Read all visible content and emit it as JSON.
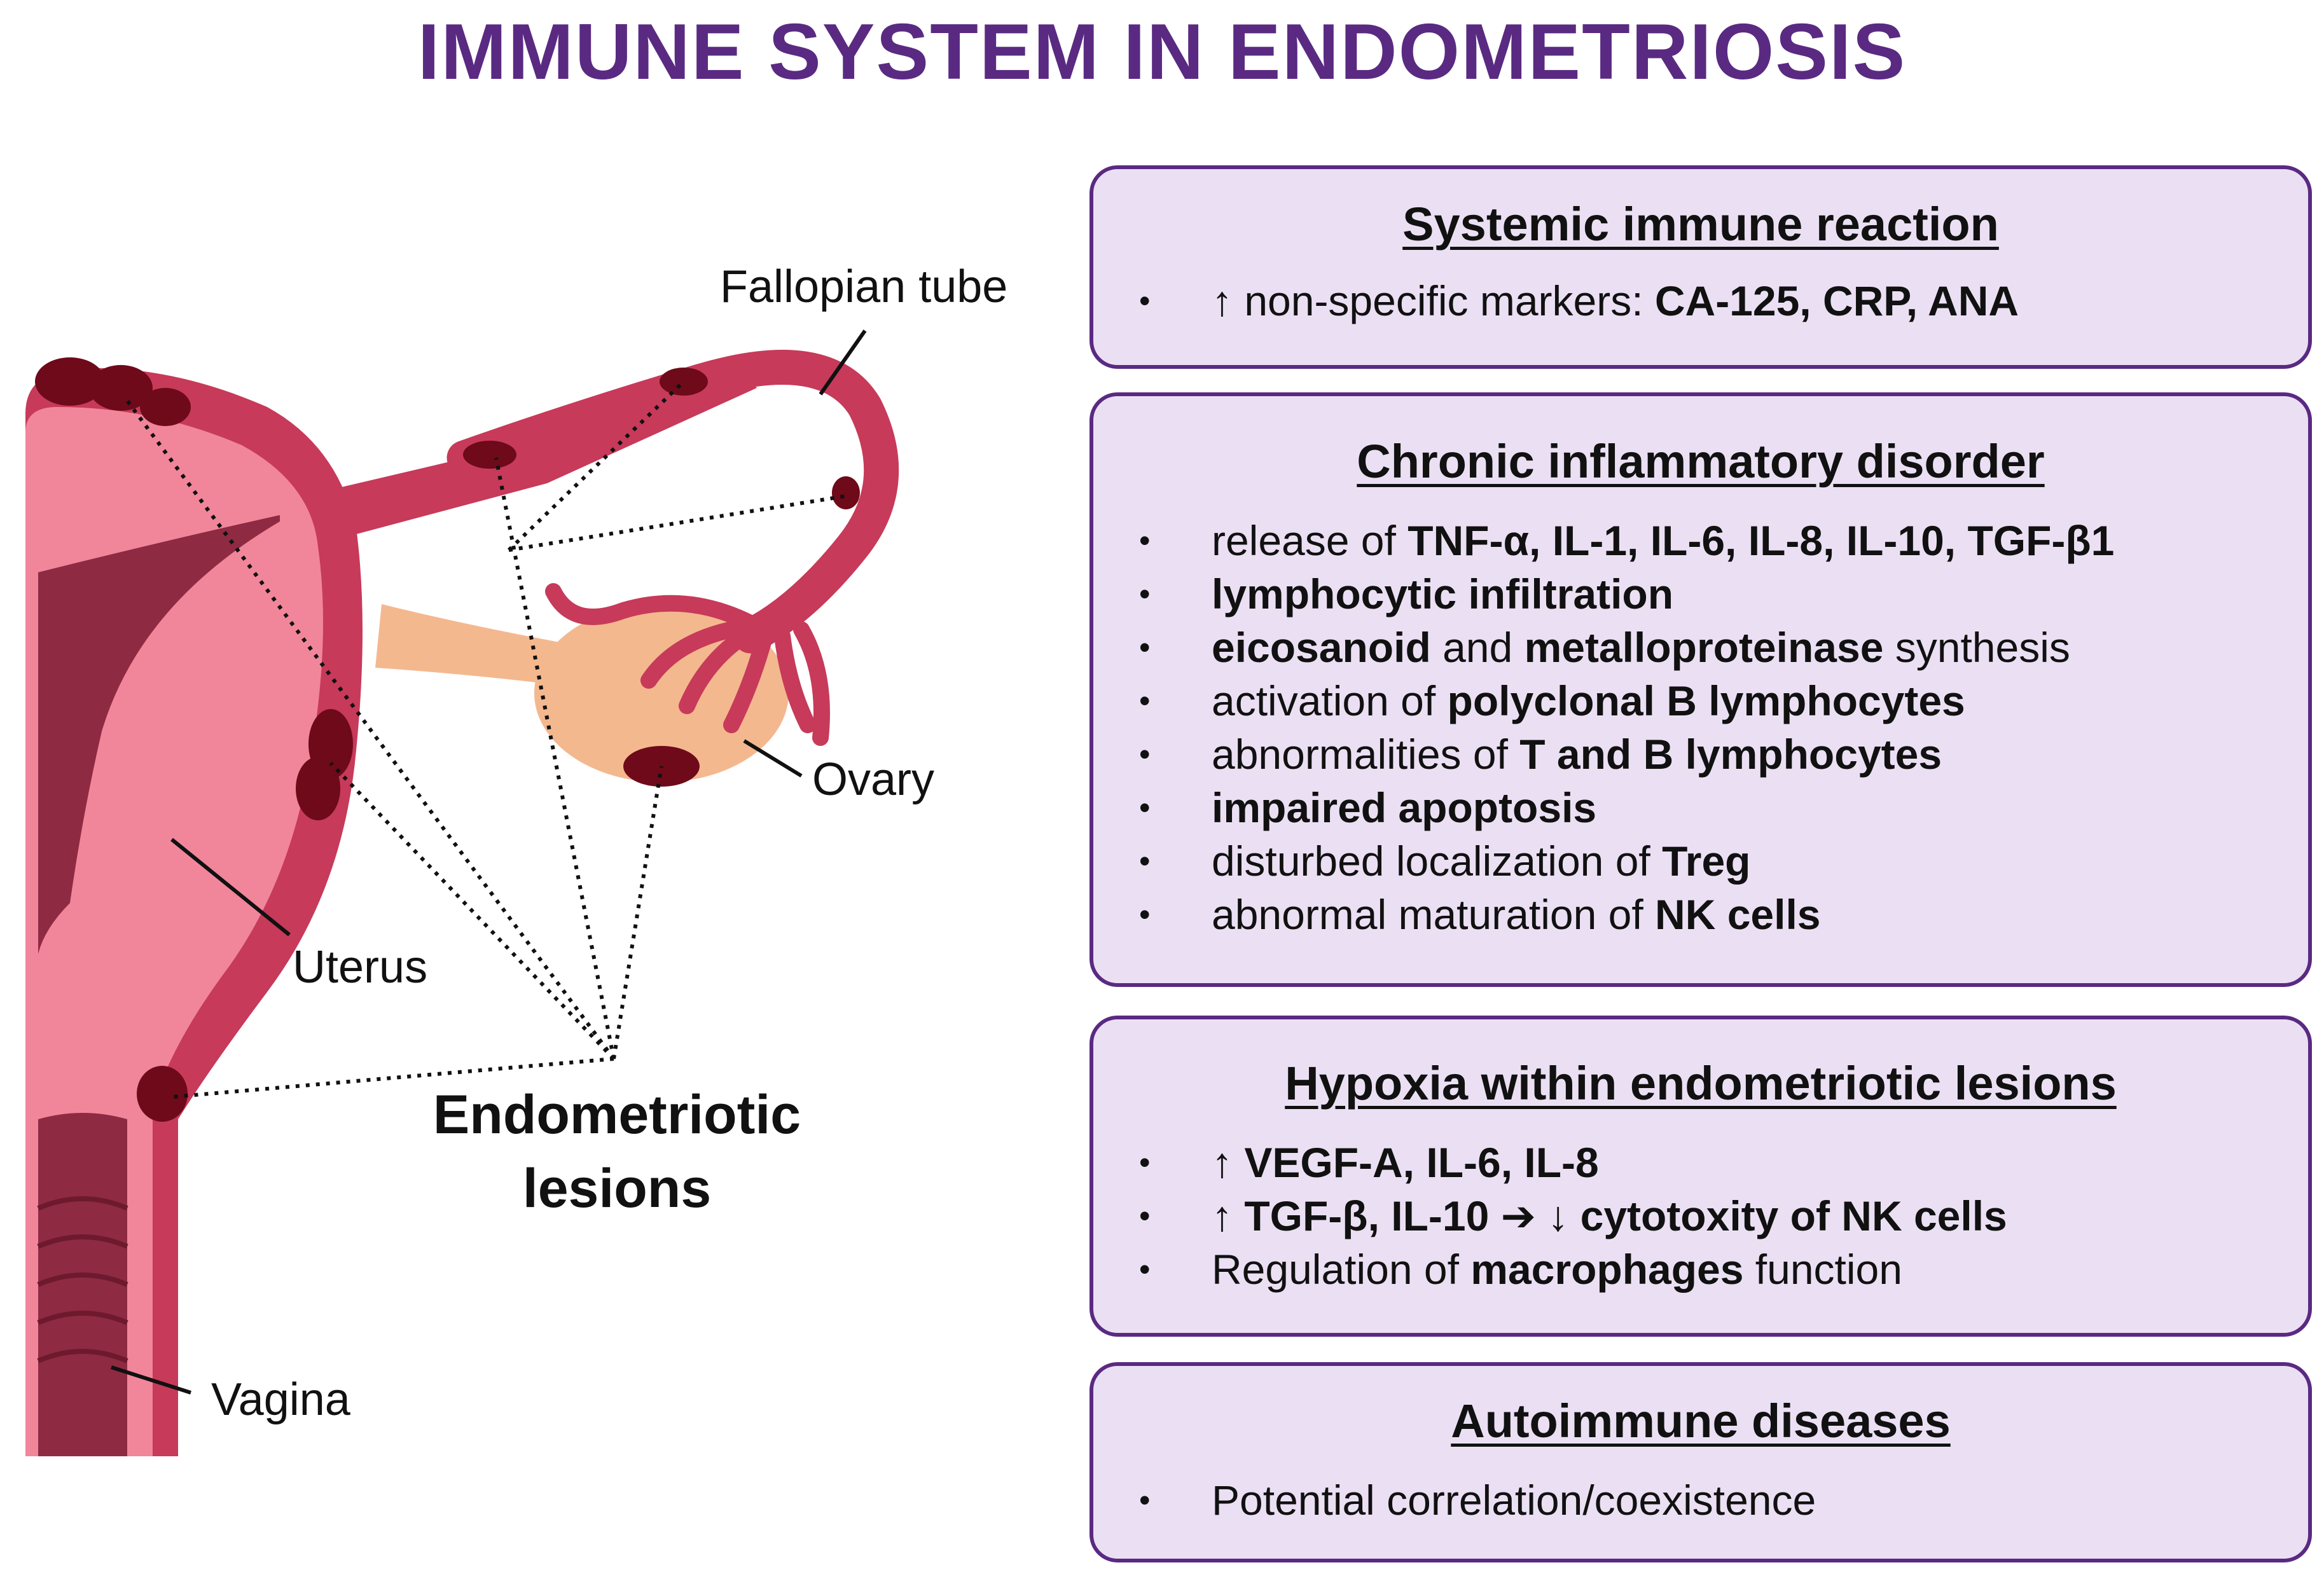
{
  "title": "IMMUNE SYSTEM IN ENDOMETRIOSIS",
  "anatomy_labels": {
    "fallopian_tube": "Fallopian tube",
    "ovary": "Ovary",
    "uterus": "Uterus",
    "vagina": "Vagina",
    "lesions_line1": "Endometriotic",
    "lesions_line2": "lesions"
  },
  "colors": {
    "title": "#5a2a82",
    "panel_border": "#5a2a82",
    "panel_fill": "#ebe0f3",
    "uterus_outer": "#c73a5a",
    "uterus_inner": "#f1869b",
    "cavity": "#8f2a43",
    "ovary": "#f4b88f",
    "lesion": "#6e0a1a"
  },
  "panels": [
    {
      "heading": "Systemic immune reaction",
      "items": [
        [
          {
            "t": "↑ non-specific markers: "
          },
          {
            "t": "CA-125, CRP, ANA",
            "b": true
          }
        ]
      ]
    },
    {
      "heading": "Chronic inflammatory disorder",
      "items": [
        [
          {
            "t": "release of "
          },
          {
            "t": "TNF-α, IL-1, IL-6, IL-8, IL-10, TGF-β1",
            "b": true
          }
        ],
        [
          {
            "t": "lymphocytic infiltration",
            "b": true
          }
        ],
        [
          {
            "t": "eicosanoid",
            "b": true
          },
          {
            "t": " and "
          },
          {
            "t": "metalloproteinase",
            "b": true
          },
          {
            "t": " synthesis"
          }
        ],
        [
          {
            "t": "activation of "
          },
          {
            "t": "polyclonal B lymphocytes",
            "b": true
          }
        ],
        [
          {
            "t": "abnormalities of "
          },
          {
            "t": "T and B lymphocytes",
            "b": true
          }
        ],
        [
          {
            "t": "impaired apoptosis",
            "b": true
          }
        ],
        [
          {
            "t": "disturbed localization of "
          },
          {
            "t": "Treg",
            "b": true
          }
        ],
        [
          {
            "t": "abnormal maturation  of "
          },
          {
            "t": "NK cells",
            "b": true
          }
        ]
      ]
    },
    {
      "heading": "Hypoxia within  endometriotic lesions",
      "items": [
        [
          {
            "t": "↑ "
          },
          {
            "t": "VEGF-A, IL-6, IL-8",
            "b": true
          }
        ],
        [
          {
            "t": "↑ "
          },
          {
            "t": "TGF-β, IL-10 ➔ ",
            "b": true
          },
          {
            "t": "↓ "
          },
          {
            "t": "cytotoxity of NK cells",
            "b": true
          }
        ],
        [
          {
            "t": "Regulation of "
          },
          {
            "t": "macrophages",
            "b": true
          },
          {
            "t": " function"
          }
        ]
      ]
    },
    {
      "heading": "Autoimmune diseases",
      "items": [
        [
          {
            "t": "Potential correlation/coexistence"
          }
        ]
      ]
    }
  ]
}
